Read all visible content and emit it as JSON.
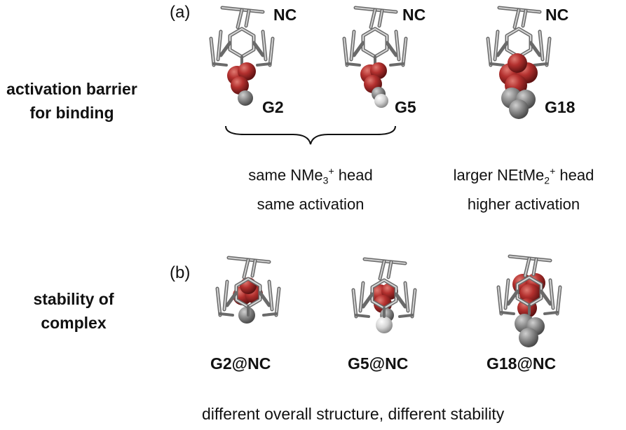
{
  "panel_a": {
    "tag": "(a)",
    "side_title_line1": "activation barrier",
    "side_title_line2": "for binding",
    "host_label": "NC",
    "guests": [
      "G2",
      "G5",
      "G18"
    ],
    "note_left": {
      "line1_pre": "same NMe",
      "line1_sub": "3",
      "line1_sup": "+",
      "line1_post": " head",
      "line2": "same activation"
    },
    "note_right": {
      "line1_pre": "larger NEtMe",
      "line1_sub": "2",
      "line1_sup": "+",
      "line1_post": " head",
      "line2": "higher activation"
    }
  },
  "panel_b": {
    "tag": "(b)",
    "side_title_line1": "stability of",
    "side_title_line2": "complex",
    "complexes": [
      "G2@NC",
      "G5@NC",
      "G18@NC"
    ],
    "caption": "different overall structure, different stability"
  },
  "colors": {
    "oxygen_red": "#a8282a",
    "carbon_dark": "#7a7a7a",
    "carbon_light": "#c9c9c9",
    "stick_grey": "#9a9a9a"
  }
}
